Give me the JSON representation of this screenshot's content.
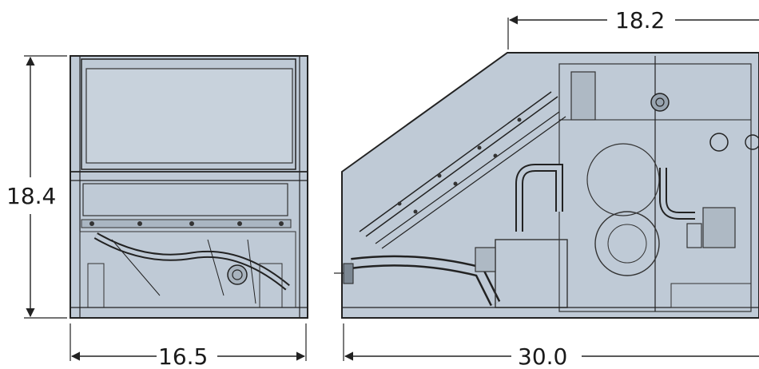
{
  "dimensions": {
    "front_height": "18.4",
    "front_width": "16.5",
    "side_top_width": "18.2",
    "side_overall_width": "30.0"
  },
  "colors": {
    "panel_fill": "#bfcad6",
    "line": "#222222",
    "background": "#ffffff"
  }
}
